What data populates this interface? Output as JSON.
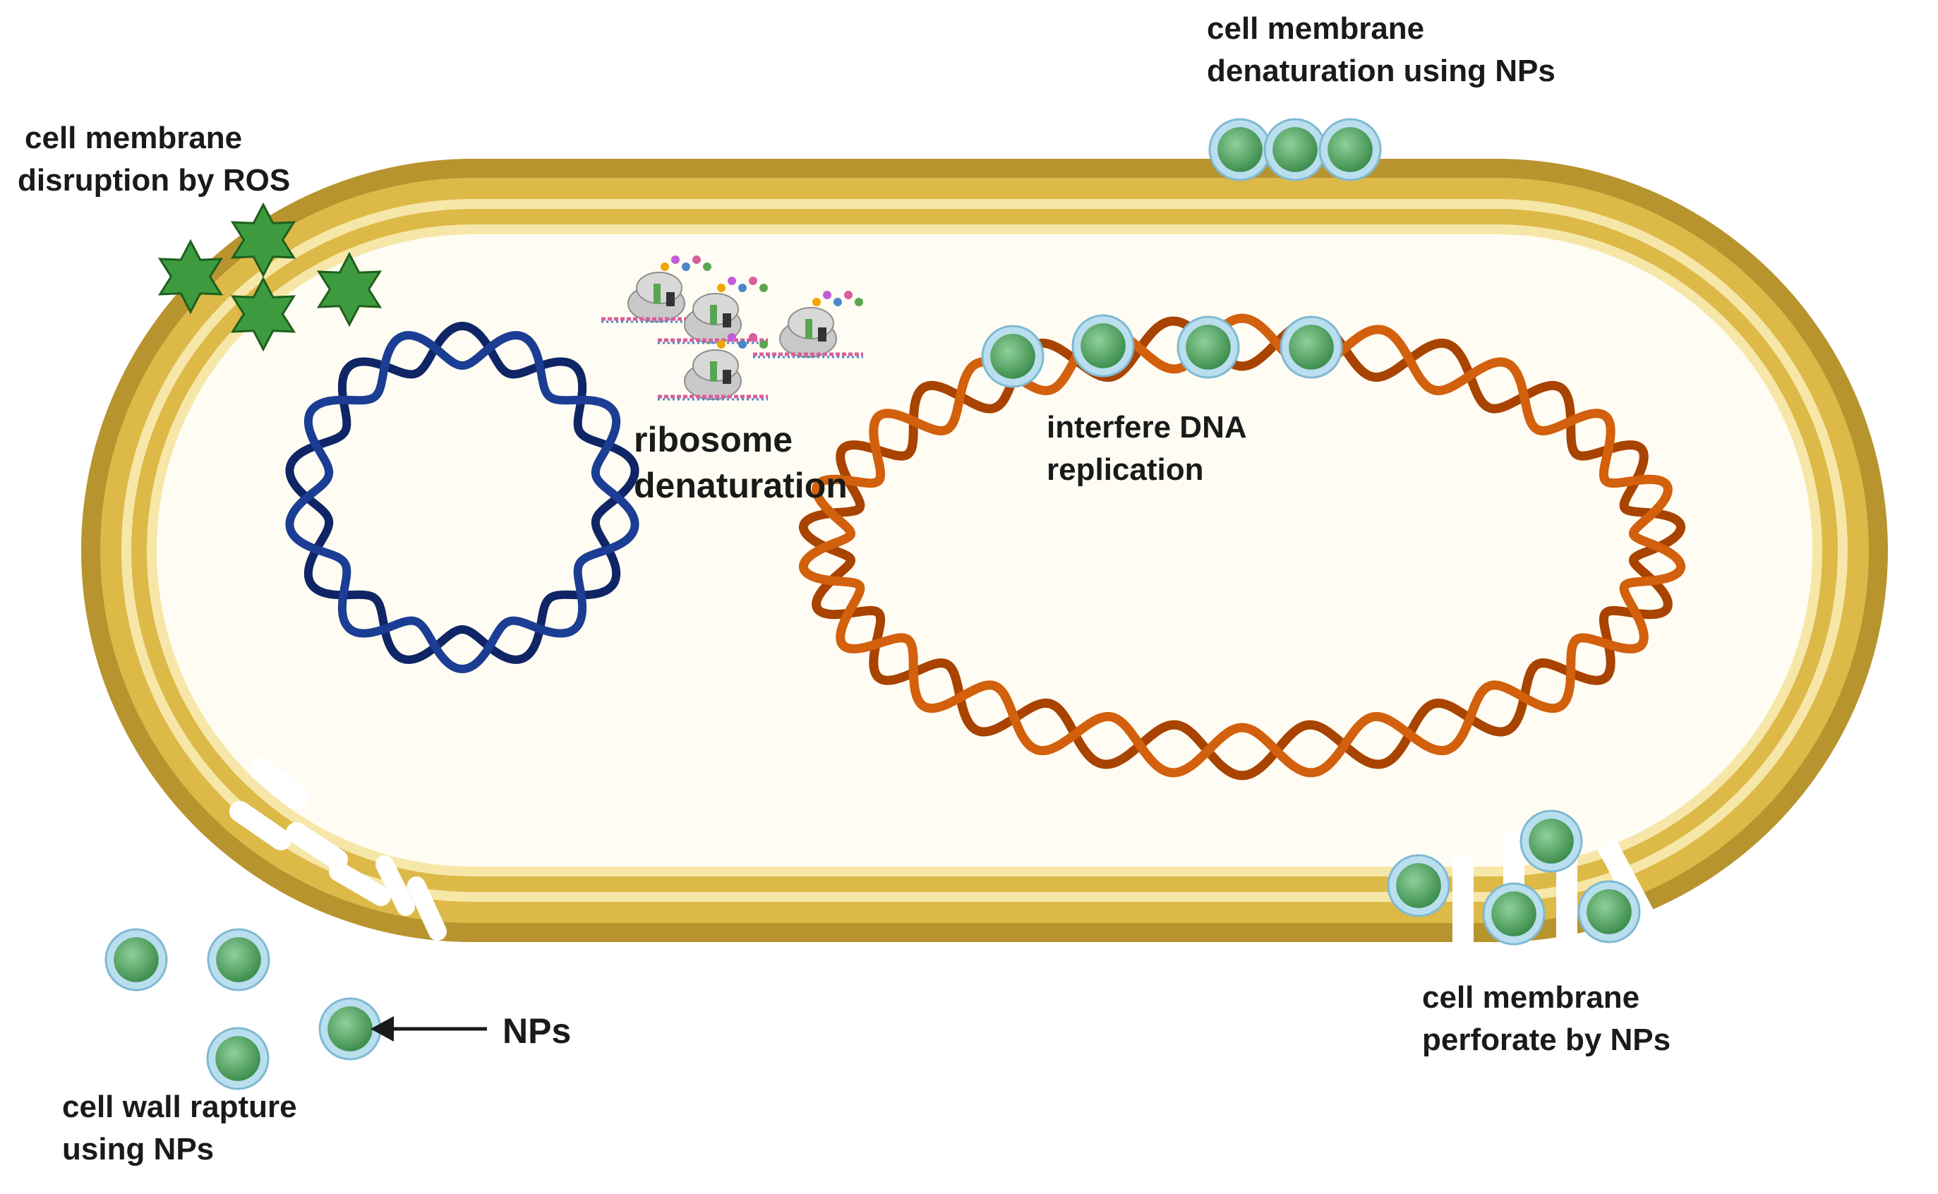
{
  "labels": {
    "ros": [
      "cell membrane",
      "disruption by ROS"
    ],
    "membrane_denaturation": [
      "cell membrane",
      "denaturation using NPs"
    ],
    "ribosome": [
      "ribosome",
      "denaturation"
    ],
    "dna": [
      "interfere DNA",
      "replication"
    ],
    "perforate": [
      "cell membrane",
      "perforate by NPs"
    ],
    "np_pointer": "NPs",
    "wall_rupture": [
      "cell wall rapture",
      "using NPs"
    ]
  },
  "colors": {
    "wall_outer": "#b8942f",
    "wall_mid": "#ddb948",
    "wall_light": "#f6e7a9",
    "cytoplasm": "#fffdf3",
    "plasmid": "#1b3d94",
    "plasmid_dark": "#0f2566",
    "chromosome": "#d2600d",
    "chromosome_dark": "#a84300",
    "np_fill": "#5fa86a",
    "np_ring": "#b9dfee",
    "ros_star": "#3e9a3e",
    "ros_star_edge": "#1d5f1d"
  },
  "icons": [
    "ros-star-icon",
    "nanoparticle-icon",
    "ribosome-icon",
    "arrow-icon"
  ]
}
